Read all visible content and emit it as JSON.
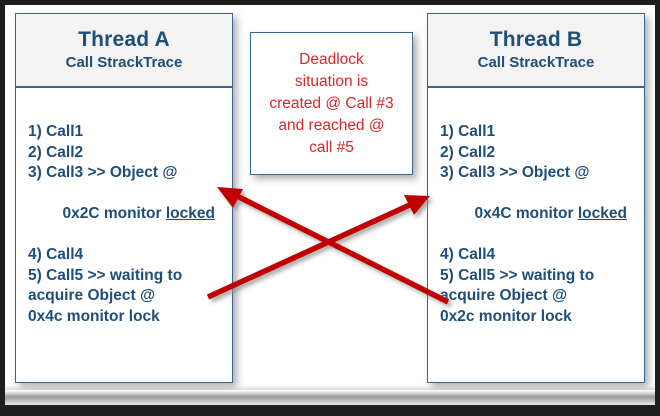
{
  "diagram": {
    "title": "Deadlock situation between two threads",
    "colors": {
      "text_blue": "#1F4E79",
      "text_red": "#D6272C",
      "box_border": "#3a6591",
      "arrow_red": "#C00000",
      "header_fill": "#f3f3f3",
      "page_bg": "#ffffff",
      "frame": "#1e1e1e"
    },
    "thread_a": {
      "header": {
        "title": "Thread A",
        "subtitle": "Call StrackTrace"
      },
      "trace": [
        "1) Call1",
        "2) Call2",
        "3) Call3 >> Object @",
        "0x2C monitor locked",
        "4) Call4",
        "5) Call5 >> waiting to",
        "acquire Object @",
        "0x4c monitor lock"
      ],
      "underlined_token": "locked"
    },
    "thread_b": {
      "header": {
        "title": "Thread B",
        "subtitle": "Call StrackTrace"
      },
      "trace": [
        "1) Call1",
        "2) Call2",
        "3) Call3 >> Object @",
        "0x4C monitor locked",
        "4) Call4",
        "5) Call5 >> waiting to",
        "acquire Object @",
        "0x2c monitor lock"
      ],
      "underlined_token": "locked"
    },
    "note": {
      "lines": [
        "Deadlock",
        "situation is",
        "created @ Call #3",
        "and reached @",
        "call #5"
      ],
      "text": "Deadlock situation is created @ Call #3 and reached @ call #5"
    },
    "arrows": [
      {
        "name": "arrow-b-waits-on-a",
        "from": "thread-b-call5",
        "to": "thread-a-call3-locked",
        "direction": "right-to-left-up"
      },
      {
        "name": "arrow-a-waits-on-b",
        "from": "thread-a-call5",
        "to": "thread-b-call3-locked",
        "direction": "left-to-right-up"
      }
    ]
  }
}
